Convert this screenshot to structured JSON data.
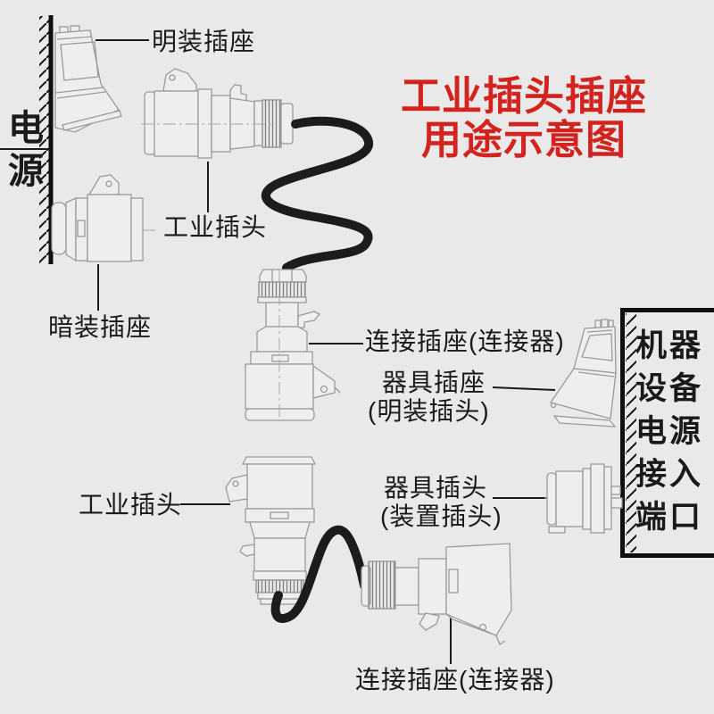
{
  "title": {
    "line1": "工业插头插座",
    "line2": "用途示意图"
  },
  "power_source": {
    "chars": [
      "电",
      "源"
    ]
  },
  "labels": {
    "surface_socket": "明装插座",
    "industrial_plug_top": "工业插头",
    "concealed_socket": "暗装插座",
    "connector_socket_mid": "连接插座(连接器)",
    "appliance_socket_line1": "器具插座",
    "appliance_socket_line2": "(明装插头)",
    "appliance_plug_line1": "器具插头",
    "appliance_plug_line2": "(装置插头)",
    "industrial_plug_bottom": "工业插头",
    "connector_socket_bottom": "连接插座(连接器)"
  },
  "machine_box": {
    "lines": [
      "机器",
      "设备",
      "电源",
      "接入",
      "端口"
    ]
  },
  "colors": {
    "background": "#e9e9e9",
    "title_red": "#d2231f",
    "ink": "#1a1a1a",
    "line_art_gray": "#9b9b9b",
    "cable_black": "#1c1c1c"
  }
}
